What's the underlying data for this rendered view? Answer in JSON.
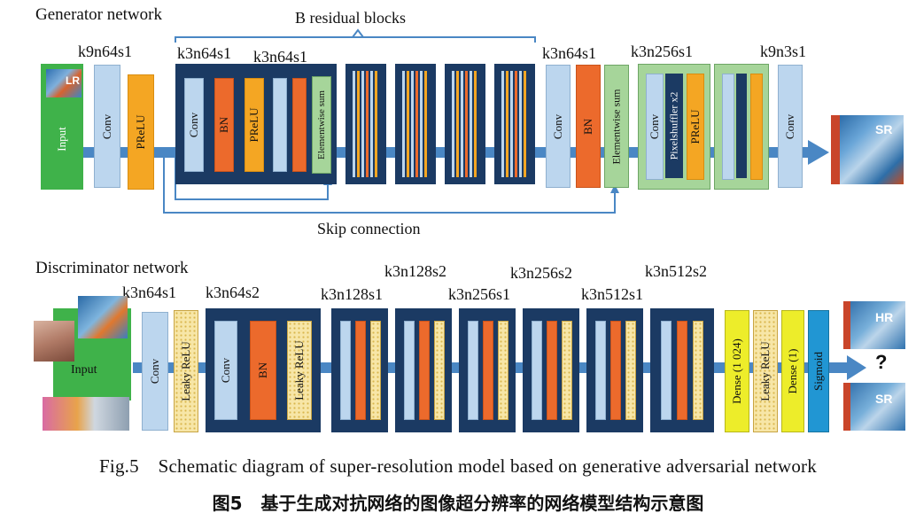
{
  "generator": {
    "title": "Generator network",
    "residual_title": "B residual blocks",
    "input_image_label": "LR",
    "output_image_label": "SR",
    "skip_label": "Skip connection",
    "kernels": {
      "k1": "k9n64s1",
      "k2": "k3n64s1",
      "k3": "k3n64s1",
      "k4": "k3n64s1",
      "k5": "k3n256s1",
      "k6": "k9n3s1"
    },
    "layers": {
      "input": "Input",
      "conv": "Conv",
      "prelu": "PReLU",
      "bn": "BN",
      "esum": "Elementwise sum",
      "pixelshuffler": "Pixelshuffler x2"
    }
  },
  "discriminator": {
    "title": "Discriminator network",
    "input_label": "Input",
    "hr_label": "HR",
    "sr_label": "SR",
    "question": "?",
    "kernels": {
      "k1": "k3n64s1",
      "k2": "k3n64s2",
      "k3": "k3n128s1",
      "k4": "k3n128s2",
      "k5": "k3n256s1",
      "k6": "k3n256s2",
      "k7": "k3n512s1",
      "k8": "k3n512s2"
    },
    "layers": {
      "conv": "Conv",
      "leaky": "Leaky ReLU",
      "bn": "BN",
      "dense1024": "Dense (1 024)",
      "dense1": "Dense (1)",
      "sigmoid": "Sigmoid"
    }
  },
  "caption": {
    "en": "Fig.5    Schematic diagram of super-resolution model based on generative adversarial network",
    "zh": "图5   基于生成对抗网络的图像超分辨率的网络模型结构示意图"
  },
  "colors": {
    "conv": "#bcd6ee",
    "prelu": "#f4a623",
    "bn": "#ec6a2c",
    "block": "#1b3a63",
    "esum": "#a6d59a",
    "dense": "#eded2a",
    "sigmoid": "#2196d3",
    "arrow": "#4a87c4"
  }
}
